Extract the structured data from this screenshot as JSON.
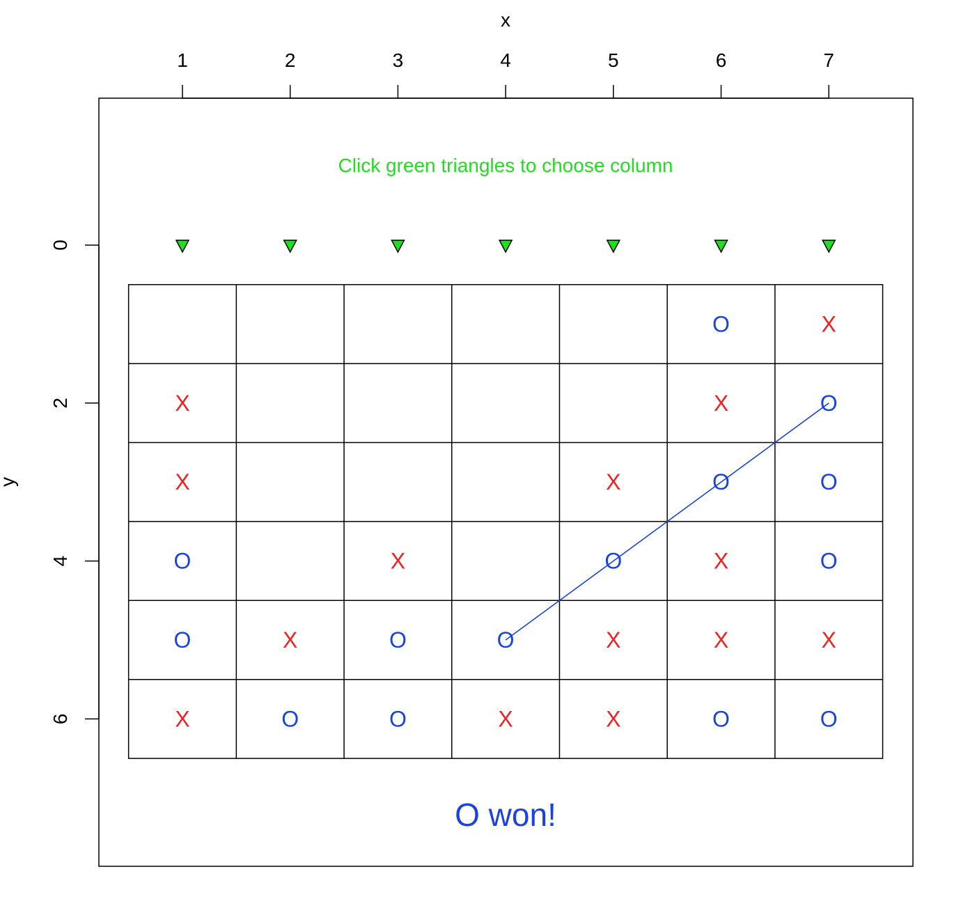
{
  "axes": {
    "x_label": "x",
    "y_label": "y",
    "x_ticks": [
      "1",
      "2",
      "3",
      "4",
      "5",
      "6",
      "7"
    ],
    "y_ticks": [
      "0",
      "2",
      "4",
      "6"
    ]
  },
  "instruction": "Click green triangles to choose column",
  "status": "O  won!",
  "colors": {
    "X": "#ee2222",
    "O": "#1a44dd",
    "triangle": "#22dd22",
    "instruction": "#22dd22",
    "win_line": "#1a44dd",
    "status": "#1a44dd",
    "grid": "#000000"
  },
  "column_selectors": [
    {
      "column": 1
    },
    {
      "column": 2
    },
    {
      "column": 3
    },
    {
      "column": 4
    },
    {
      "column": 5
    },
    {
      "column": 6
    },
    {
      "column": 7
    }
  ],
  "board": [
    [
      "",
      "",
      "",
      "",
      "",
      "O",
      "X"
    ],
    [
      "X",
      "",
      "",
      "",
      "",
      "X",
      "O"
    ],
    [
      "X",
      "",
      "",
      "",
      "X",
      "O",
      "O"
    ],
    [
      "O",
      "",
      "X",
      "",
      "O",
      "X",
      "O"
    ],
    [
      "O",
      "X",
      "O",
      "O",
      "X",
      "X",
      "X"
    ],
    [
      "X",
      "O",
      "O",
      "X",
      "X",
      "O",
      "O"
    ]
  ],
  "winner": "O",
  "winning_line": {
    "from": {
      "x": 4,
      "y": 5
    },
    "to": {
      "x": 7,
      "y": 2
    }
  }
}
